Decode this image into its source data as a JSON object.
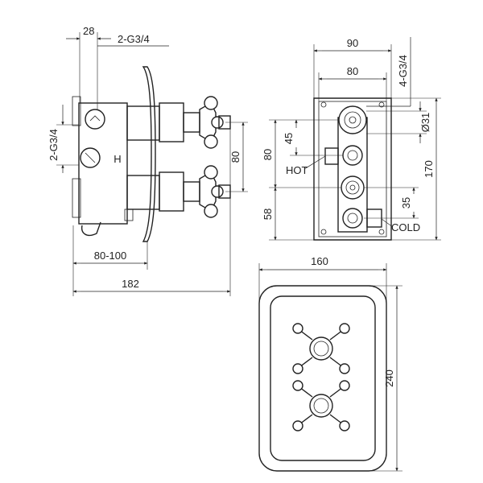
{
  "side_view": {
    "dim_top_left": "28",
    "dim_top_right": "2-G3/4",
    "dim_left_vertical": "2-G3/4",
    "dim_right_vertical": "80",
    "dim_bottom_inner": "80-100",
    "dim_bottom_total": "182",
    "hot_mark": "H"
  },
  "rear_view": {
    "dim_width_outer": "90",
    "dim_width_inner": "80",
    "dim_right_top": "4-G3/4",
    "dim_diameter": "Ø31",
    "dim_left_80": "80",
    "dim_left_45": "45",
    "dim_left_58": "58",
    "dim_right_170": "170",
    "dim_right_35": "35",
    "label_hot": "HOT",
    "label_cold": "COLD"
  },
  "front_plate": {
    "dim_width": "160",
    "dim_height": "240"
  }
}
